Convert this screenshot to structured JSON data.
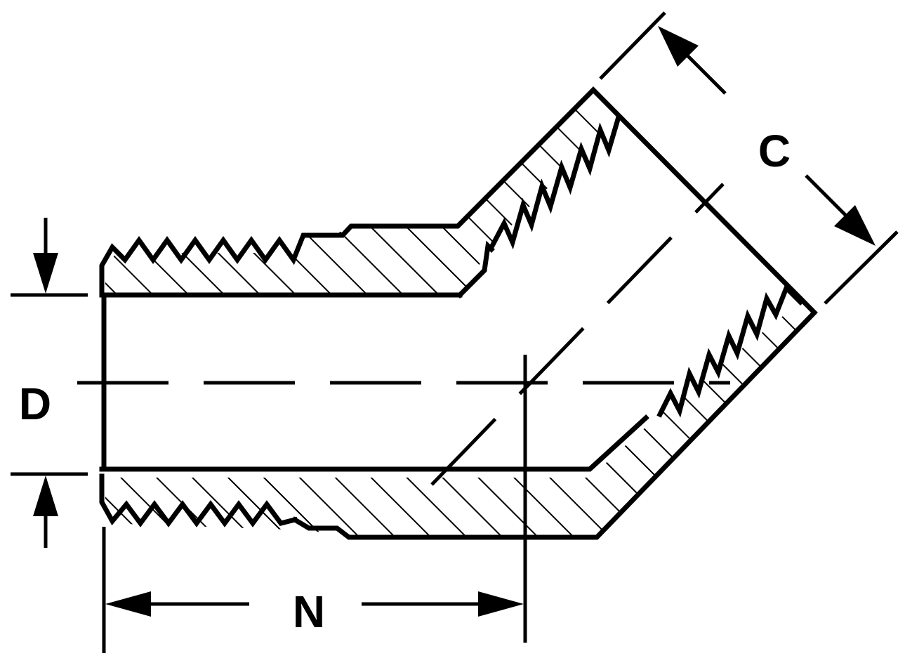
{
  "diagram": {
    "labels": {
      "c": "C",
      "d": "D",
      "n": "N"
    },
    "colors": {
      "ink": "#000000",
      "paper": "#ffffff"
    }
  }
}
